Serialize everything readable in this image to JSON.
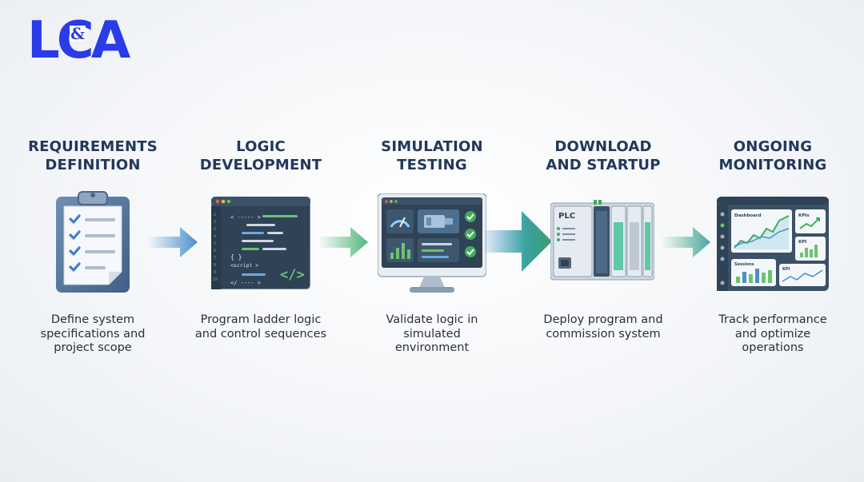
{
  "logo": {
    "text_main": "LCA",
    "text_amp": "&",
    "color": "#2a3be8"
  },
  "colors": {
    "title": "#21385a",
    "arrow_green": "#52b77a",
    "arrow_blue": "#4a90c8",
    "screen_dark": "#2f4256",
    "accent_green": "#3fae5a"
  },
  "steps": [
    {
      "title": "REQUIREMENTS\nDEFINITION",
      "desc": "Define system\nspecifications and\nproject scope",
      "icon": "clipboard-checklist-icon"
    },
    {
      "title": "LOGIC\nDEVELOPMENT",
      "desc": "Program ladder logic\nand control sequences",
      "icon": "code-editor-icon",
      "code_tokens": [
        "< ----- >",
        "{ }",
        "<script >",
        "</ ---- >",
        "</>"
      ]
    },
    {
      "title": "SIMULATION\nTESTING",
      "desc": "Validate logic in\nsimulated\nenvironment",
      "icon": "simulation-monitor-icon"
    },
    {
      "title": "DOWNLOAD\nAND STARTUP",
      "desc": "Deploy program and\ncommission system",
      "icon": "plc-rack-icon",
      "plc_label": "PLC"
    },
    {
      "title": "ONGOING\nMONITORING",
      "desc": "Track performance\nand optimize\noperations",
      "icon": "dashboard-icon",
      "dashboard_labels": [
        "Dashboard",
        "KPIs",
        "KPI",
        "Sessions",
        "KPI"
      ]
    }
  ]
}
